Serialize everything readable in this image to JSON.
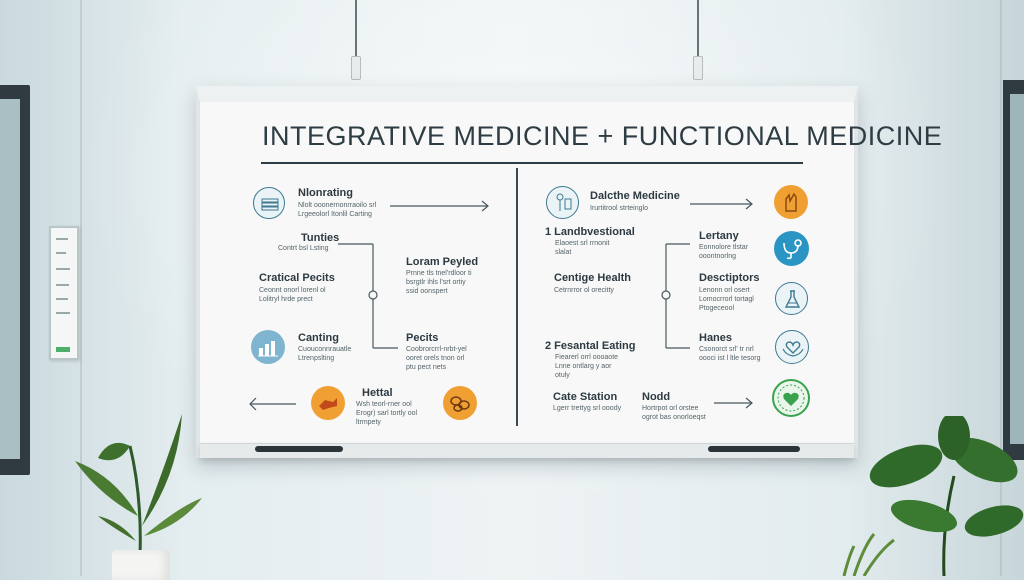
{
  "board": {
    "title": "INTEGRATIVE MEDICINE  +  FUNCTIONAL MEDICINE"
  },
  "left": {
    "items": [
      {
        "heading": "Nlonrating",
        "sub1": "Nlolt ooonernonrraoilo srl",
        "sub2": "Lrgeeolorl Itonlil Carting",
        "icon": "stacked-books-icon"
      },
      {
        "heading": "Tunties",
        "sub1": "Contrt bsl Lsting"
      },
      {
        "heading": "Loram Peyled",
        "sub1": "Prnne tls tnel'rdloor ti",
        "sub2": "bsrgtlr ihls l'srt ortiy",
        "sub3": "ssid oonspert"
      },
      {
        "heading": "Cratical Pecits",
        "sub1": "Ceonnt onorl lorenl ol",
        "sub2": "Lolitryl hrde prect"
      },
      {
        "heading": "Canting",
        "sub1": "Cuouconnrauatle",
        "sub2": "Ltrenpslting",
        "icon": "bar-chart-icon"
      },
      {
        "heading": "Pecits",
        "sub1": "Coobrorcrrl-nrbt-yel",
        "sub2": "ooret orels tnon orl",
        "sub3": "ptu pect nets"
      },
      {
        "heading": "Hettal",
        "sub1": "Wsh teorl-rner ool",
        "sub2": "Erogr) sarl tortly ool",
        "sub3": "ltrmpety",
        "icon": "pills-icon"
      }
    ]
  },
  "right": {
    "items": [
      {
        "heading": "Dalcthe Medicine",
        "sub1": "Irurtitrool strteinglo",
        "icon": "person-chart-icon"
      },
      {
        "heading": "1 Landbvestional",
        "sub1": "Elaoest srl rrnonit",
        "sub2": "slalat"
      },
      {
        "heading": "Lertany",
        "sub1": "Eonnolore tlstar",
        "sub2": "ooontnorlng",
        "icon": "stethoscope-icon"
      },
      {
        "heading": "Centige Health",
        "sub1": "Cetrnrror ol orecitty"
      },
      {
        "heading": "Desctiptors",
        "sub1": "Lenonn orl osert",
        "sub2": "Lomocrrorl tortagl",
        "sub3": "Ptogeceool",
        "icon": "flask-icon"
      },
      {
        "heading": "2 Fesantal Eating",
        "sub1": "Fiearerl orrl oooaote",
        "sub2": "Lnne ontlarg y aor",
        "sub3": "otuly"
      },
      {
        "heading": "Hanes",
        "sub1": "Csonorct srl' tr nrl",
        "sub2": "oooci ist l ltle tesorg",
        "icon": "heart-hands-icon"
      },
      {
        "heading": "Cate Station",
        "sub1": "Lgerr trettyg srl ooody"
      },
      {
        "heading": "Nodd",
        "sub1": "Hortrpot orl orstee",
        "sub2": "ogrot bas onorloeqst",
        "icon": "heart-badge-icon"
      }
    ]
  },
  "colors": {
    "ink": "#2e3c44",
    "accent_orange": "#f0a032",
    "accent_blue": "#2a95c3",
    "accent_green": "#3aa24d"
  }
}
